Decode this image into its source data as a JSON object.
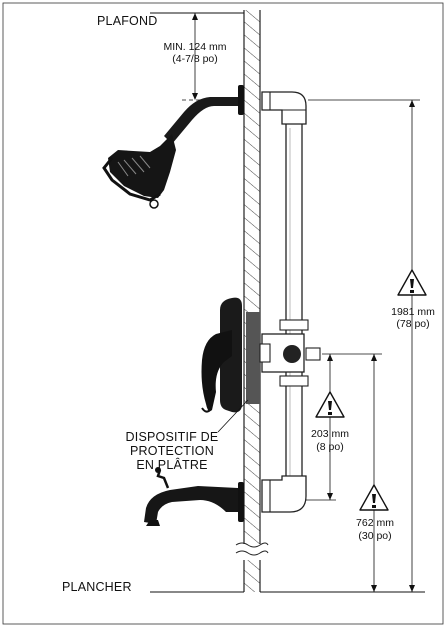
{
  "labels": {
    "ceiling": "PLAFOND",
    "floor": "PLANCHER",
    "plaster_guard_line1": "DISPOSITIF DE",
    "plaster_guard_line2": "PROTECTION",
    "plaster_guard_line3": "EN PLÂTRE"
  },
  "dimensions": {
    "min_clearance_mm": "MIN. 124 mm",
    "min_clearance_in": "(4-7/8 po)",
    "shower_height_mm": "1981 mm",
    "shower_height_in": "(78 po)",
    "valve_to_spout_mm": "203 mm",
    "valve_to_spout_in": "(8 po)",
    "spout_height_mm": "762 mm",
    "spout_height_in": "(30 po)"
  },
  "icons": [
    "warning-icon",
    "warning-icon",
    "warning-icon"
  ]
}
